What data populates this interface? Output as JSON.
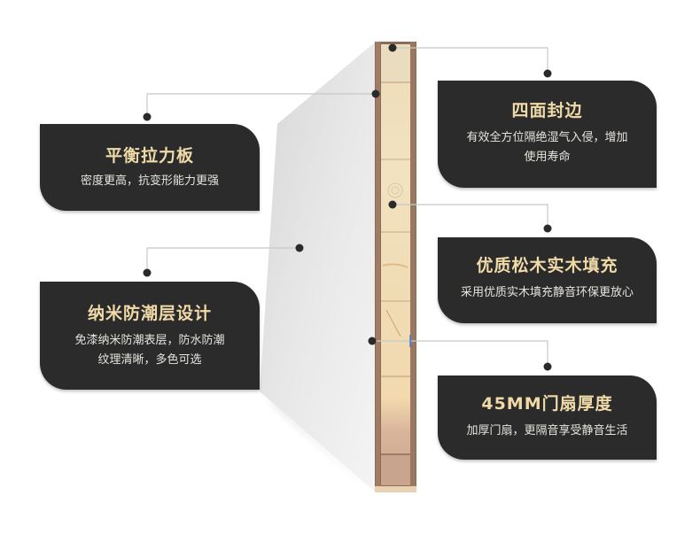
{
  "colors": {
    "card_bg": "#2b2b2b",
    "title": "#f0dba8",
    "desc": "#e6e4de",
    "connector": "#c8c8c8",
    "dot": "#2a2a2a",
    "panel_face": "#e2e2e2",
    "veneer": "#8a6a55",
    "wood_core": "#f1dcb6"
  },
  "features": [
    {
      "id": "balance-board",
      "title": "平衡拉力板",
      "desc": [
        "密度更高，抗变形能力更强"
      ]
    },
    {
      "id": "four-side-edge",
      "title": "四面封边",
      "desc": [
        "有效全方位隔绝湿气入侵，增加",
        "使用寿命"
      ]
    },
    {
      "id": "nano-moisture",
      "title": "纳米防潮层设计",
      "desc": [
        "免漆纳米防潮表层，防水防潮",
        "纹理清晰，多色可选"
      ]
    },
    {
      "id": "pine-core",
      "title": "优质松木实木填充",
      "desc": [
        "采用优质实木填充静音环保更放心"
      ]
    },
    {
      "id": "thickness",
      "title": "45MM门扇厚度",
      "desc": [
        "加厚门扇，更隔音享受静音生活"
      ]
    }
  ]
}
